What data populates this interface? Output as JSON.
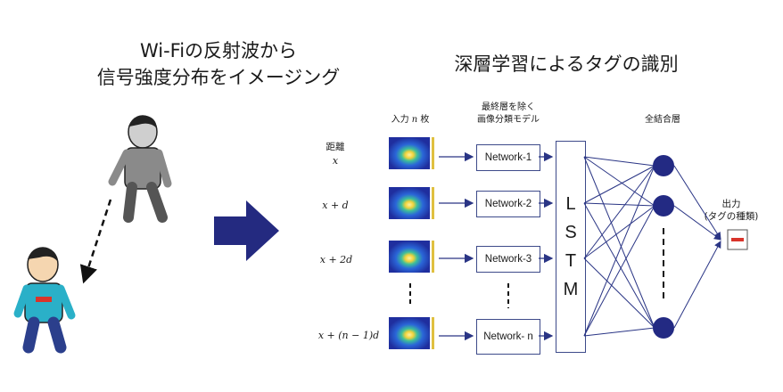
{
  "title_left": [
    "Wi-Fiの反射波から",
    "信号強度分布をイメージング"
  ],
  "title_right": "深層学習によるタグの識別",
  "headers": {
    "input_prefix": "入力",
    "input_var": "n",
    "input_suffix": "枚",
    "model_line1": "最終層を除く",
    "model_line2": "画像分類モデル",
    "fc": "全結合層"
  },
  "distance_label": "距離",
  "rows": [
    {
      "dist": "x",
      "network": "Network-1"
    },
    {
      "dist": "x + d",
      "network": "Network-2"
    },
    {
      "dist": "x + 2d",
      "network": "Network-3"
    },
    {
      "dist": "x + (n − 1)d",
      "network": "Network- n"
    }
  ],
  "lstm_letters": [
    "L",
    "S",
    "T",
    "M"
  ],
  "output": {
    "line1": "出力",
    "line2": "(タグの種類)"
  },
  "colors": {
    "arrow": "#2a3585",
    "node": "#232a83",
    "tag": "#d9342b",
    "big_arrow": "#242a80",
    "heatmap_bg": "#1f2e9e"
  }
}
